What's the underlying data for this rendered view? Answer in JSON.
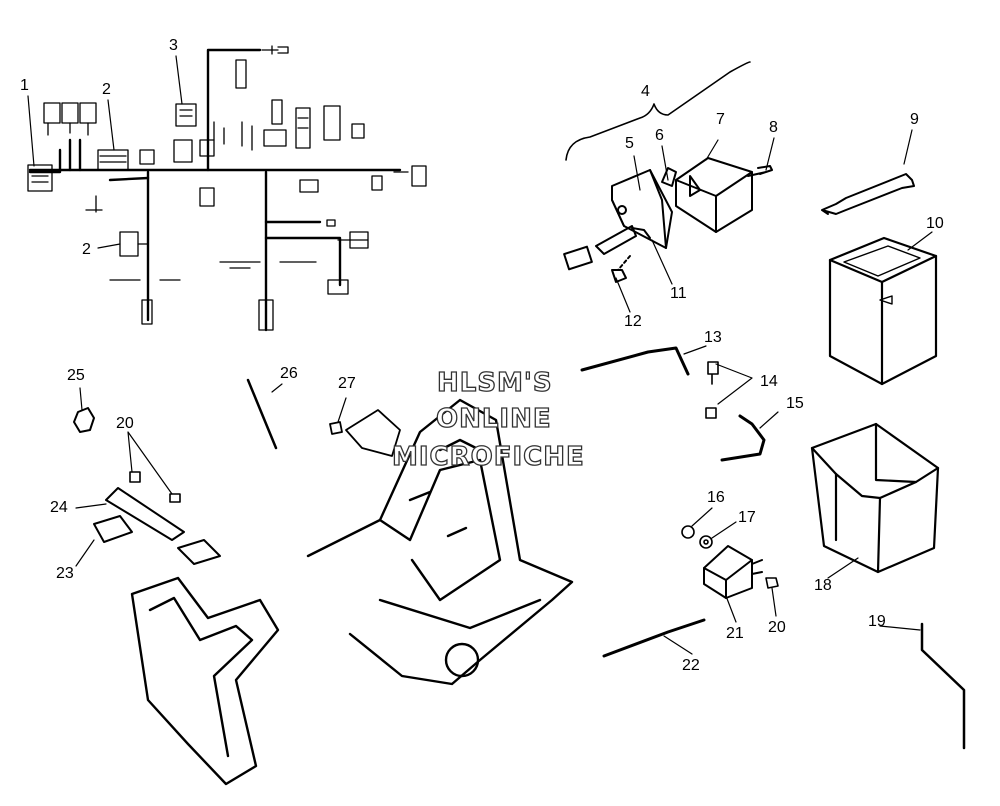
{
  "callouts": [
    "1",
    "2",
    "3",
    "2",
    "4",
    "5",
    "6",
    "7",
    "8",
    "9",
    "10",
    "11",
    "12",
    "13",
    "14",
    "15",
    "16",
    "17",
    "18",
    "19",
    "20",
    "20",
    "21",
    "22",
    "23",
    "24",
    "25",
    "26",
    "27"
  ],
  "watermark": {
    "line1": "HLSM'S",
    "line2": "ONLINE",
    "line3": "MICROFICHE"
  }
}
